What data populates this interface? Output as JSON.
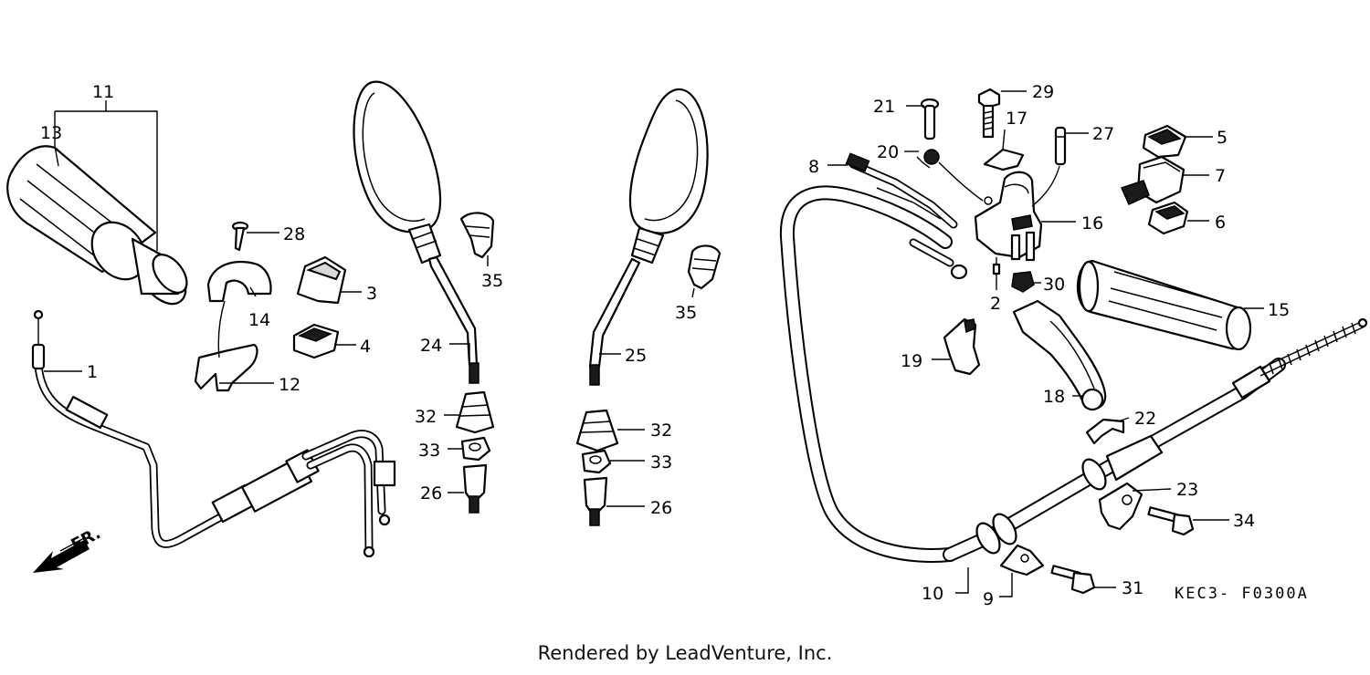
{
  "diagram": {
    "ref_code": "KEC3- F0300A",
    "direction_label": "FR.",
    "callouts": [
      "1",
      "2",
      "3",
      "4",
      "5",
      "6",
      "7",
      "8",
      "9",
      "10",
      "11",
      "12",
      "13",
      "14",
      "15",
      "16",
      "17",
      "18",
      "19",
      "20",
      "21",
      "22",
      "23",
      "24",
      "25",
      "26",
      "26",
      "27",
      "28",
      "29",
      "30",
      "31",
      "32",
      "32",
      "33",
      "33",
      "34",
      "35",
      "35"
    ]
  },
  "footer": {
    "text": "Rendered by LeadVenture, Inc."
  }
}
